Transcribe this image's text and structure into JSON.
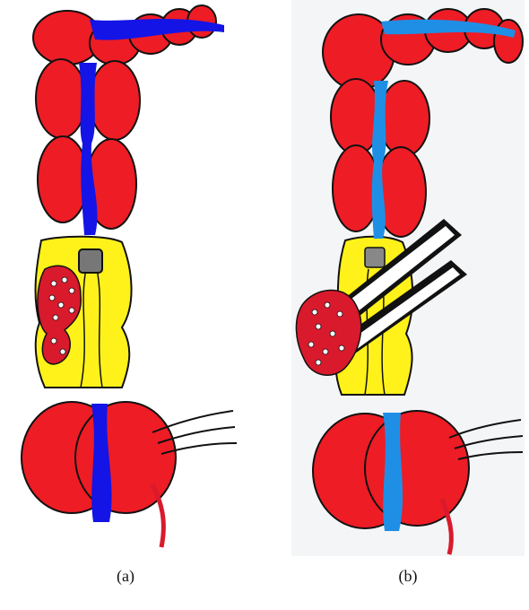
{
  "figure": {
    "panels": [
      {
        "id": "a",
        "caption": "(a)"
      },
      {
        "id": "b",
        "caption": "(b)"
      }
    ],
    "colors": {
      "bowel_red": "#ee1c25",
      "lumen_blue_a": "#1414e6",
      "lumen_blue_b": "#1f8fe6",
      "stapled_yellow": "#fff21a",
      "tumor_red": "#d81a2c",
      "outline": "#111111",
      "background": "#ffffff",
      "sheet_b": "#f4f5f7"
    }
  }
}
